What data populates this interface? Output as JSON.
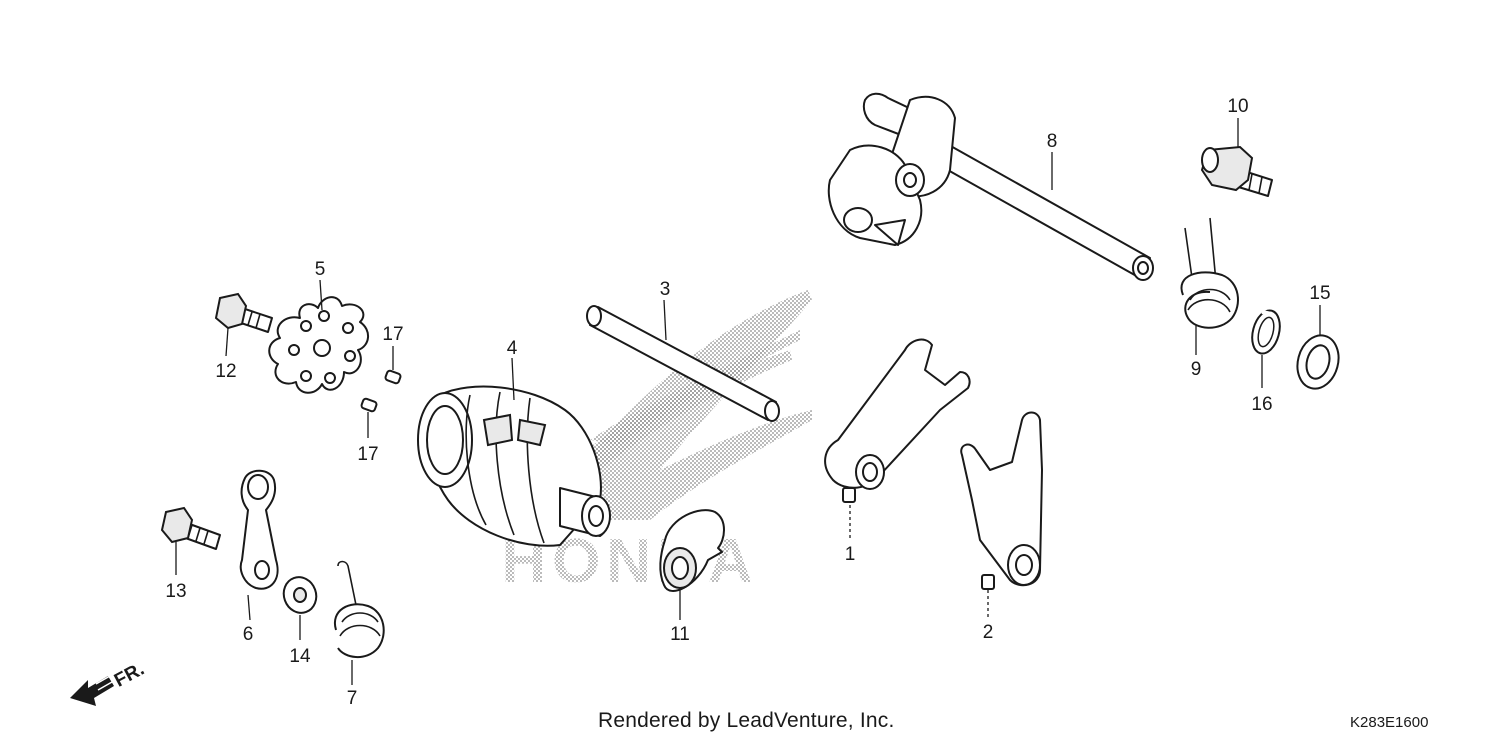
{
  "diagram": {
    "credit": "Rendered by LeadVenture, Inc.",
    "code": "K283E1600",
    "direction_label": "FR.",
    "watermark": "HONDA",
    "callouts": {
      "p1": "1",
      "p2": "2",
      "p3": "3",
      "p4": "4",
      "p5": "5",
      "p6": "6",
      "p7": "7",
      "p8": "8",
      "p9": "9",
      "p10": "10",
      "p11": "11",
      "p12": "12",
      "p13": "13",
      "p14": "14",
      "p15": "15",
      "p16": "16",
      "p17a": "17",
      "p17b": "17"
    }
  }
}
